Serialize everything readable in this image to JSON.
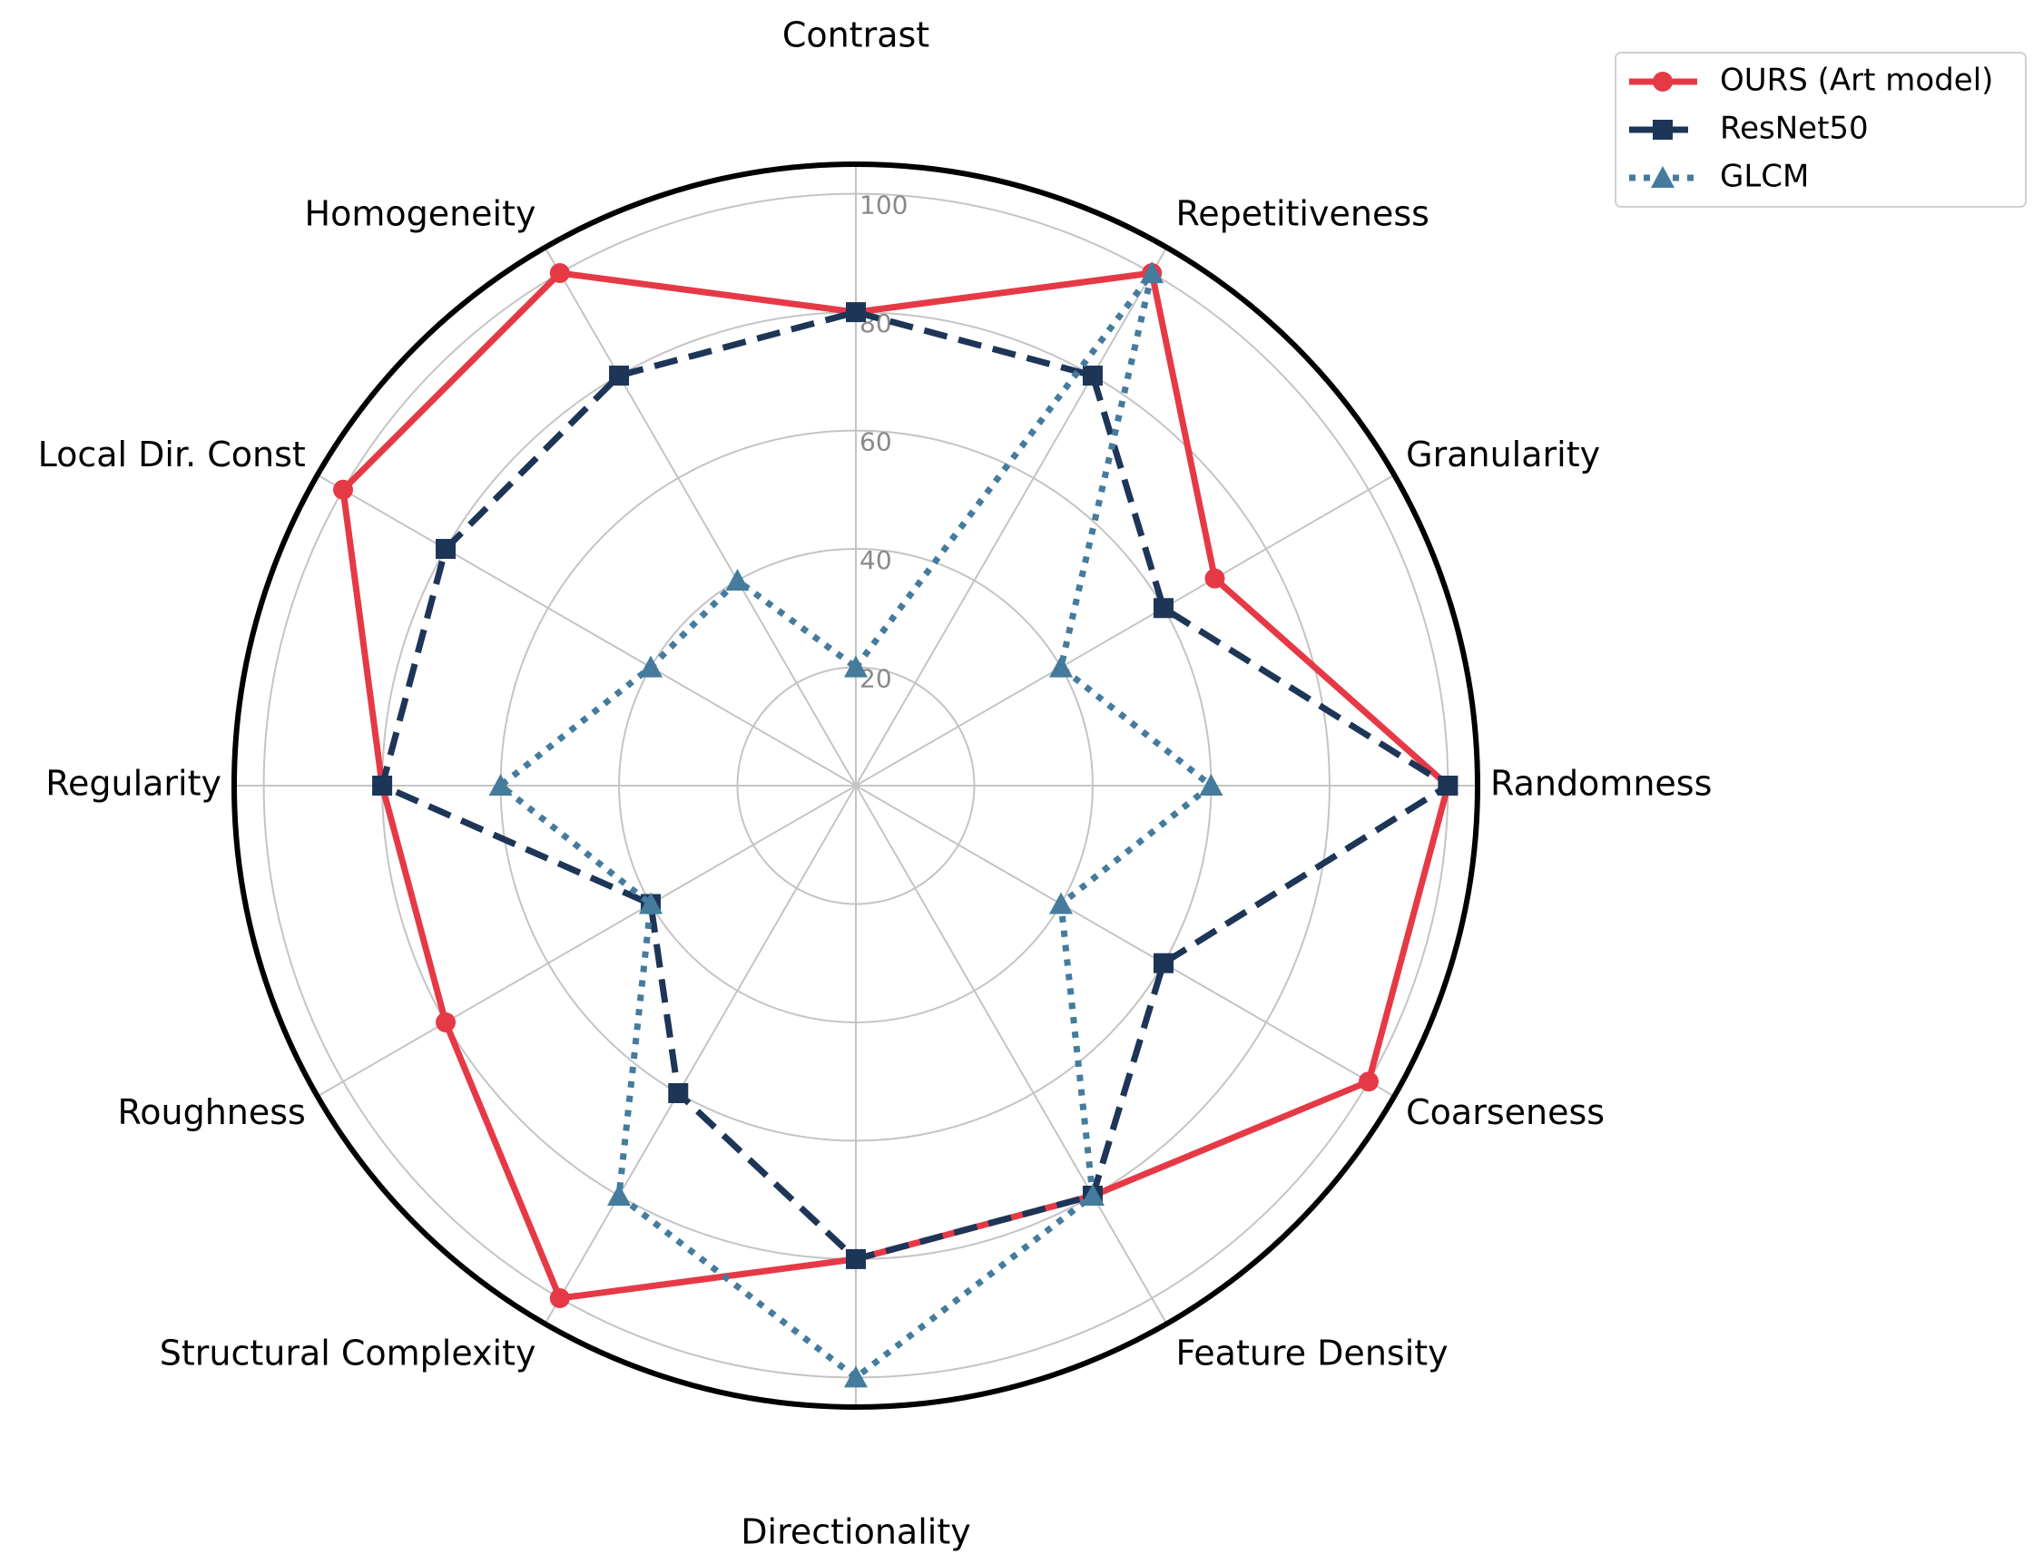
{
  "chart_data": {
    "type": "radar",
    "axes": [
      "Contrast",
      "Repetitiveness",
      "Granularity",
      "Randomness",
      "Coarseness",
      "Feature Density",
      "Directionality",
      "Structural Complexity",
      "Roughness",
      "Regularity",
      "Local Dir. Const",
      "Homogeneity"
    ],
    "rlim": [
      0,
      105
    ],
    "r_ticks": [
      20,
      40,
      60,
      80,
      100
    ],
    "r_tick_labels": [
      "20",
      "40",
      "60",
      "80",
      "100"
    ],
    "grid": true,
    "legend_position": "top-right",
    "series": [
      {
        "name": "OURS (Art model)",
        "color": "#e63946",
        "linestyle": "solid",
        "marker": "circle",
        "values": [
          80,
          100,
          70,
          100,
          100,
          80,
          80,
          100,
          80,
          80,
          100,
          100
        ]
      },
      {
        "name": "ResNet50",
        "color": "#1d3557",
        "linestyle": "dashed",
        "marker": "square",
        "values": [
          80,
          80,
          60,
          100,
          60,
          80,
          80,
          60,
          40,
          80,
          80,
          80
        ]
      },
      {
        "name": "GLCM",
        "color": "#457b9d",
        "linestyle": "dotted",
        "marker": "triangle",
        "values": [
          20,
          100,
          40,
          60,
          40,
          80,
          100,
          80,
          40,
          60,
          40,
          40
        ]
      }
    ]
  }
}
